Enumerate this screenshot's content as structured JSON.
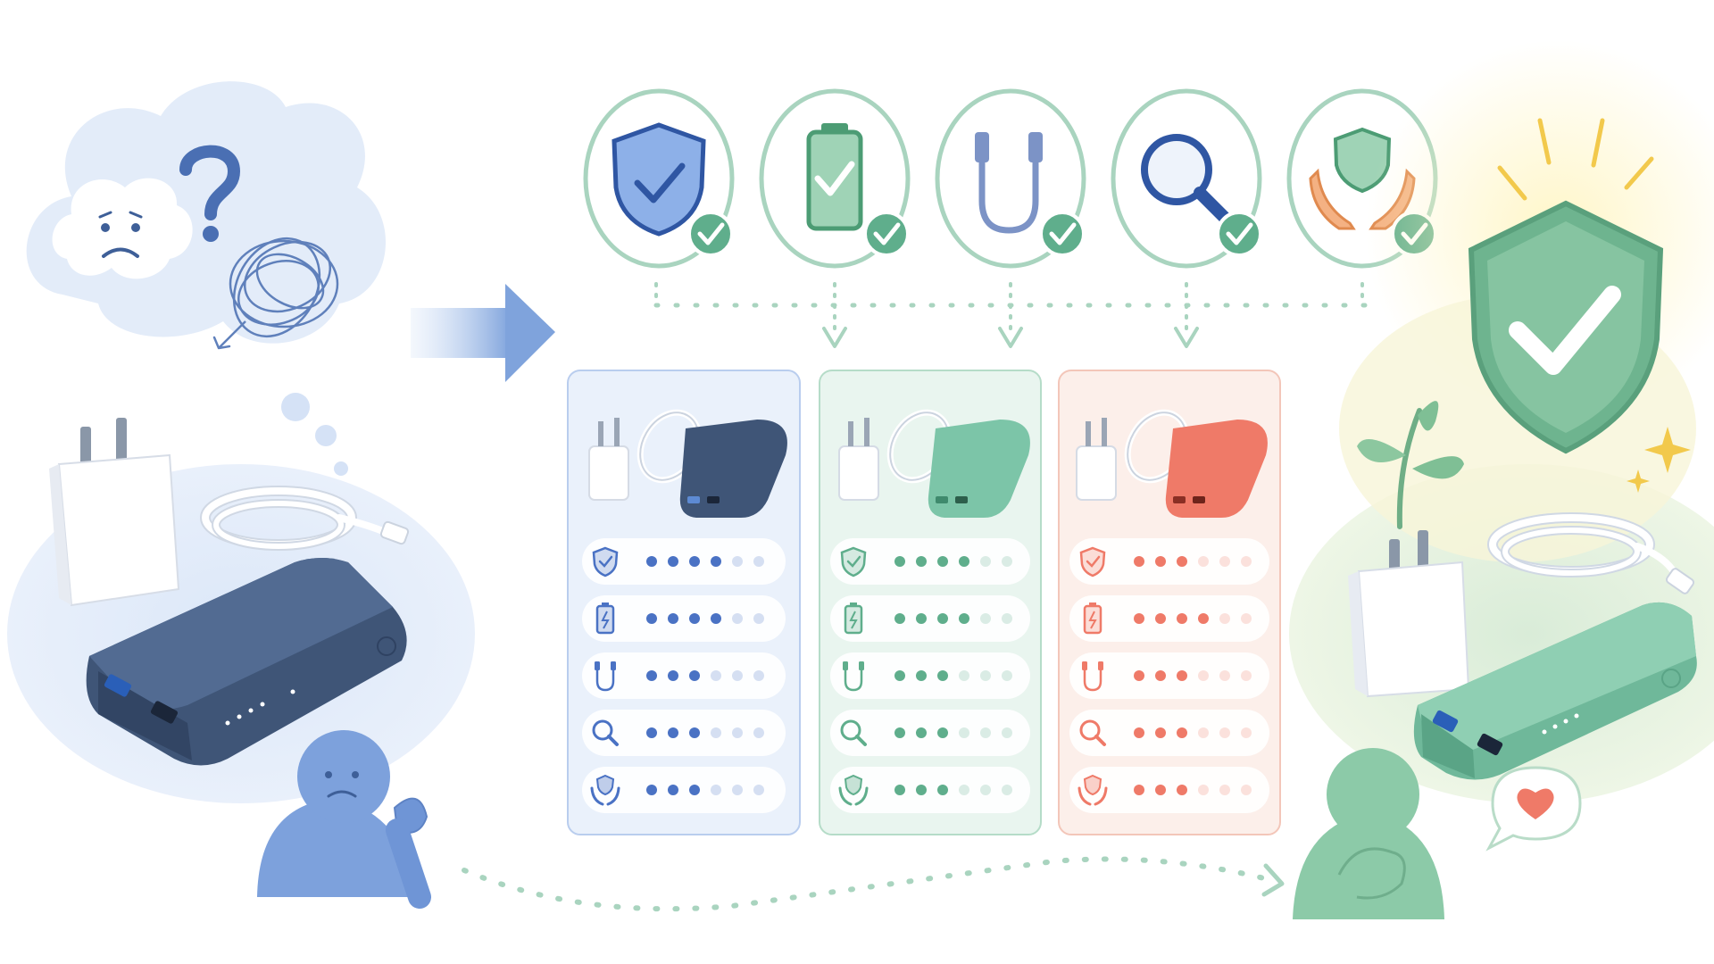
{
  "colors": {
    "blue": "#4a72c4",
    "blue_light": "#dce8f8",
    "green": "#5fae8c",
    "green_light": "#dcefe5",
    "coral": "#ef7a68",
    "coral_light": "#fbe3dc",
    "gold": "#f2c94c",
    "navy_bank": "#3f5577",
    "mint_bank": "#7cc5a8"
  },
  "criteria_icons": [
    "shield-check-icon",
    "battery-icon",
    "usb-cable-icon",
    "magnifier-icon",
    "caring-hands-shield-icon"
  ],
  "comparison": [
    {
      "name": "blue-option",
      "color": "#4a72c4",
      "ratings": [
        4,
        4,
        3,
        3,
        3
      ]
    },
    {
      "name": "green-option",
      "color": "#5fae8c",
      "ratings": [
        4,
        4,
        3,
        3,
        3
      ]
    },
    {
      "name": "coral-option",
      "color": "#ef7a68",
      "ratings": [
        3,
        4,
        3,
        3,
        3
      ]
    }
  ],
  "rating_scale_max": 6
}
